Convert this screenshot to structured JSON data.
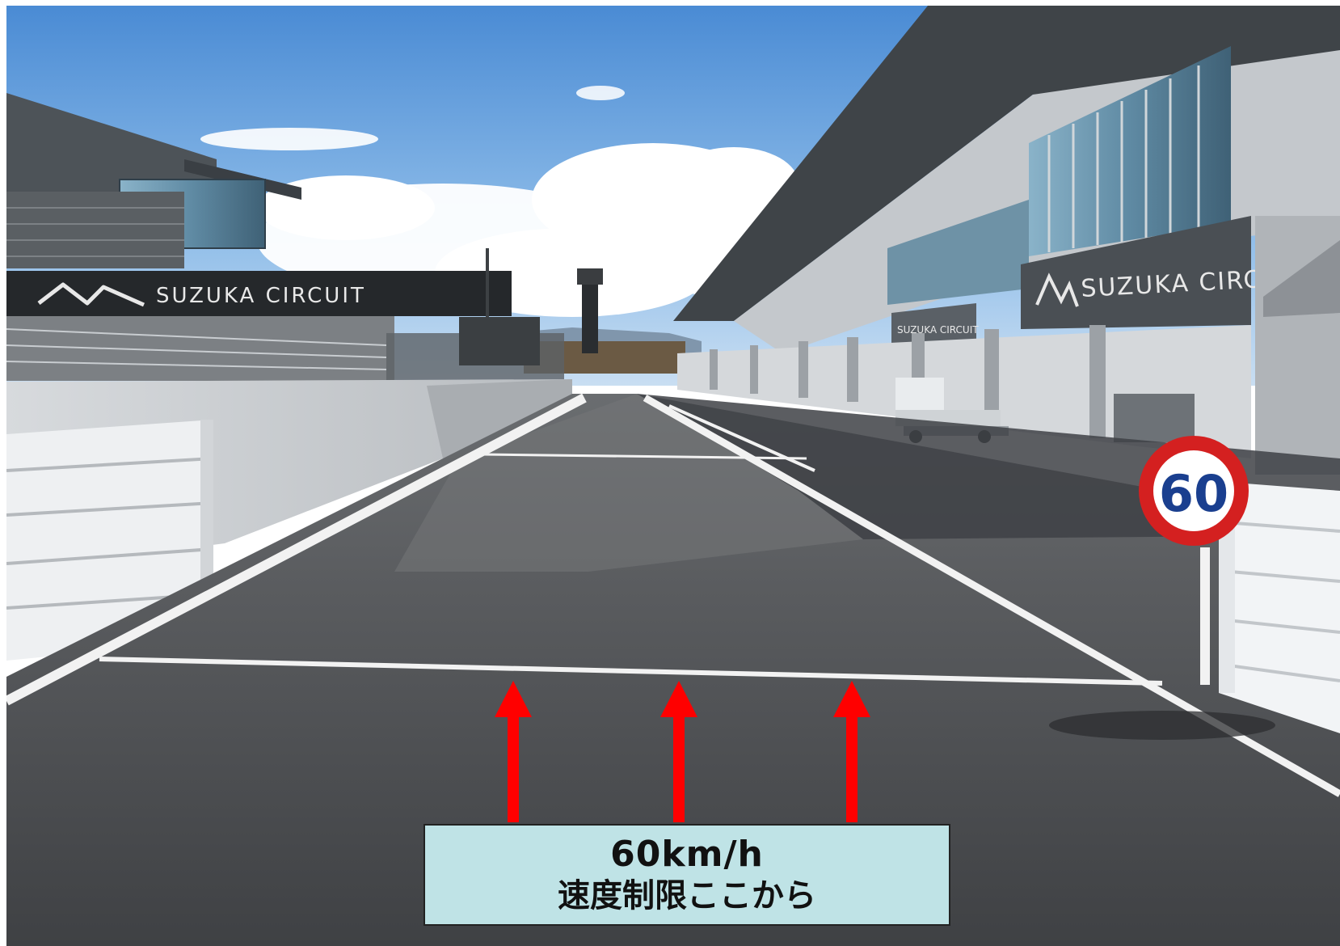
{
  "photo": {
    "subject": "Pit lane with speed limit start line and arrows",
    "sign_speed": "60",
    "bridge_sign_text": "SUZUKA CIRCUIT",
    "building_sign_text": "SUZUKA CIRCUIT",
    "building_sign_small_text": "SUZUKA CIRCUIT"
  },
  "caption": {
    "line1": "60km/h",
    "line2": "速度制限ここから"
  },
  "colors": {
    "arrow": "#ff0000",
    "caption_bg": "#bfe3e6",
    "sign_ring": "#d42020",
    "sign_text": "#1a3f8f",
    "sky_top": "#4f8fd6"
  }
}
